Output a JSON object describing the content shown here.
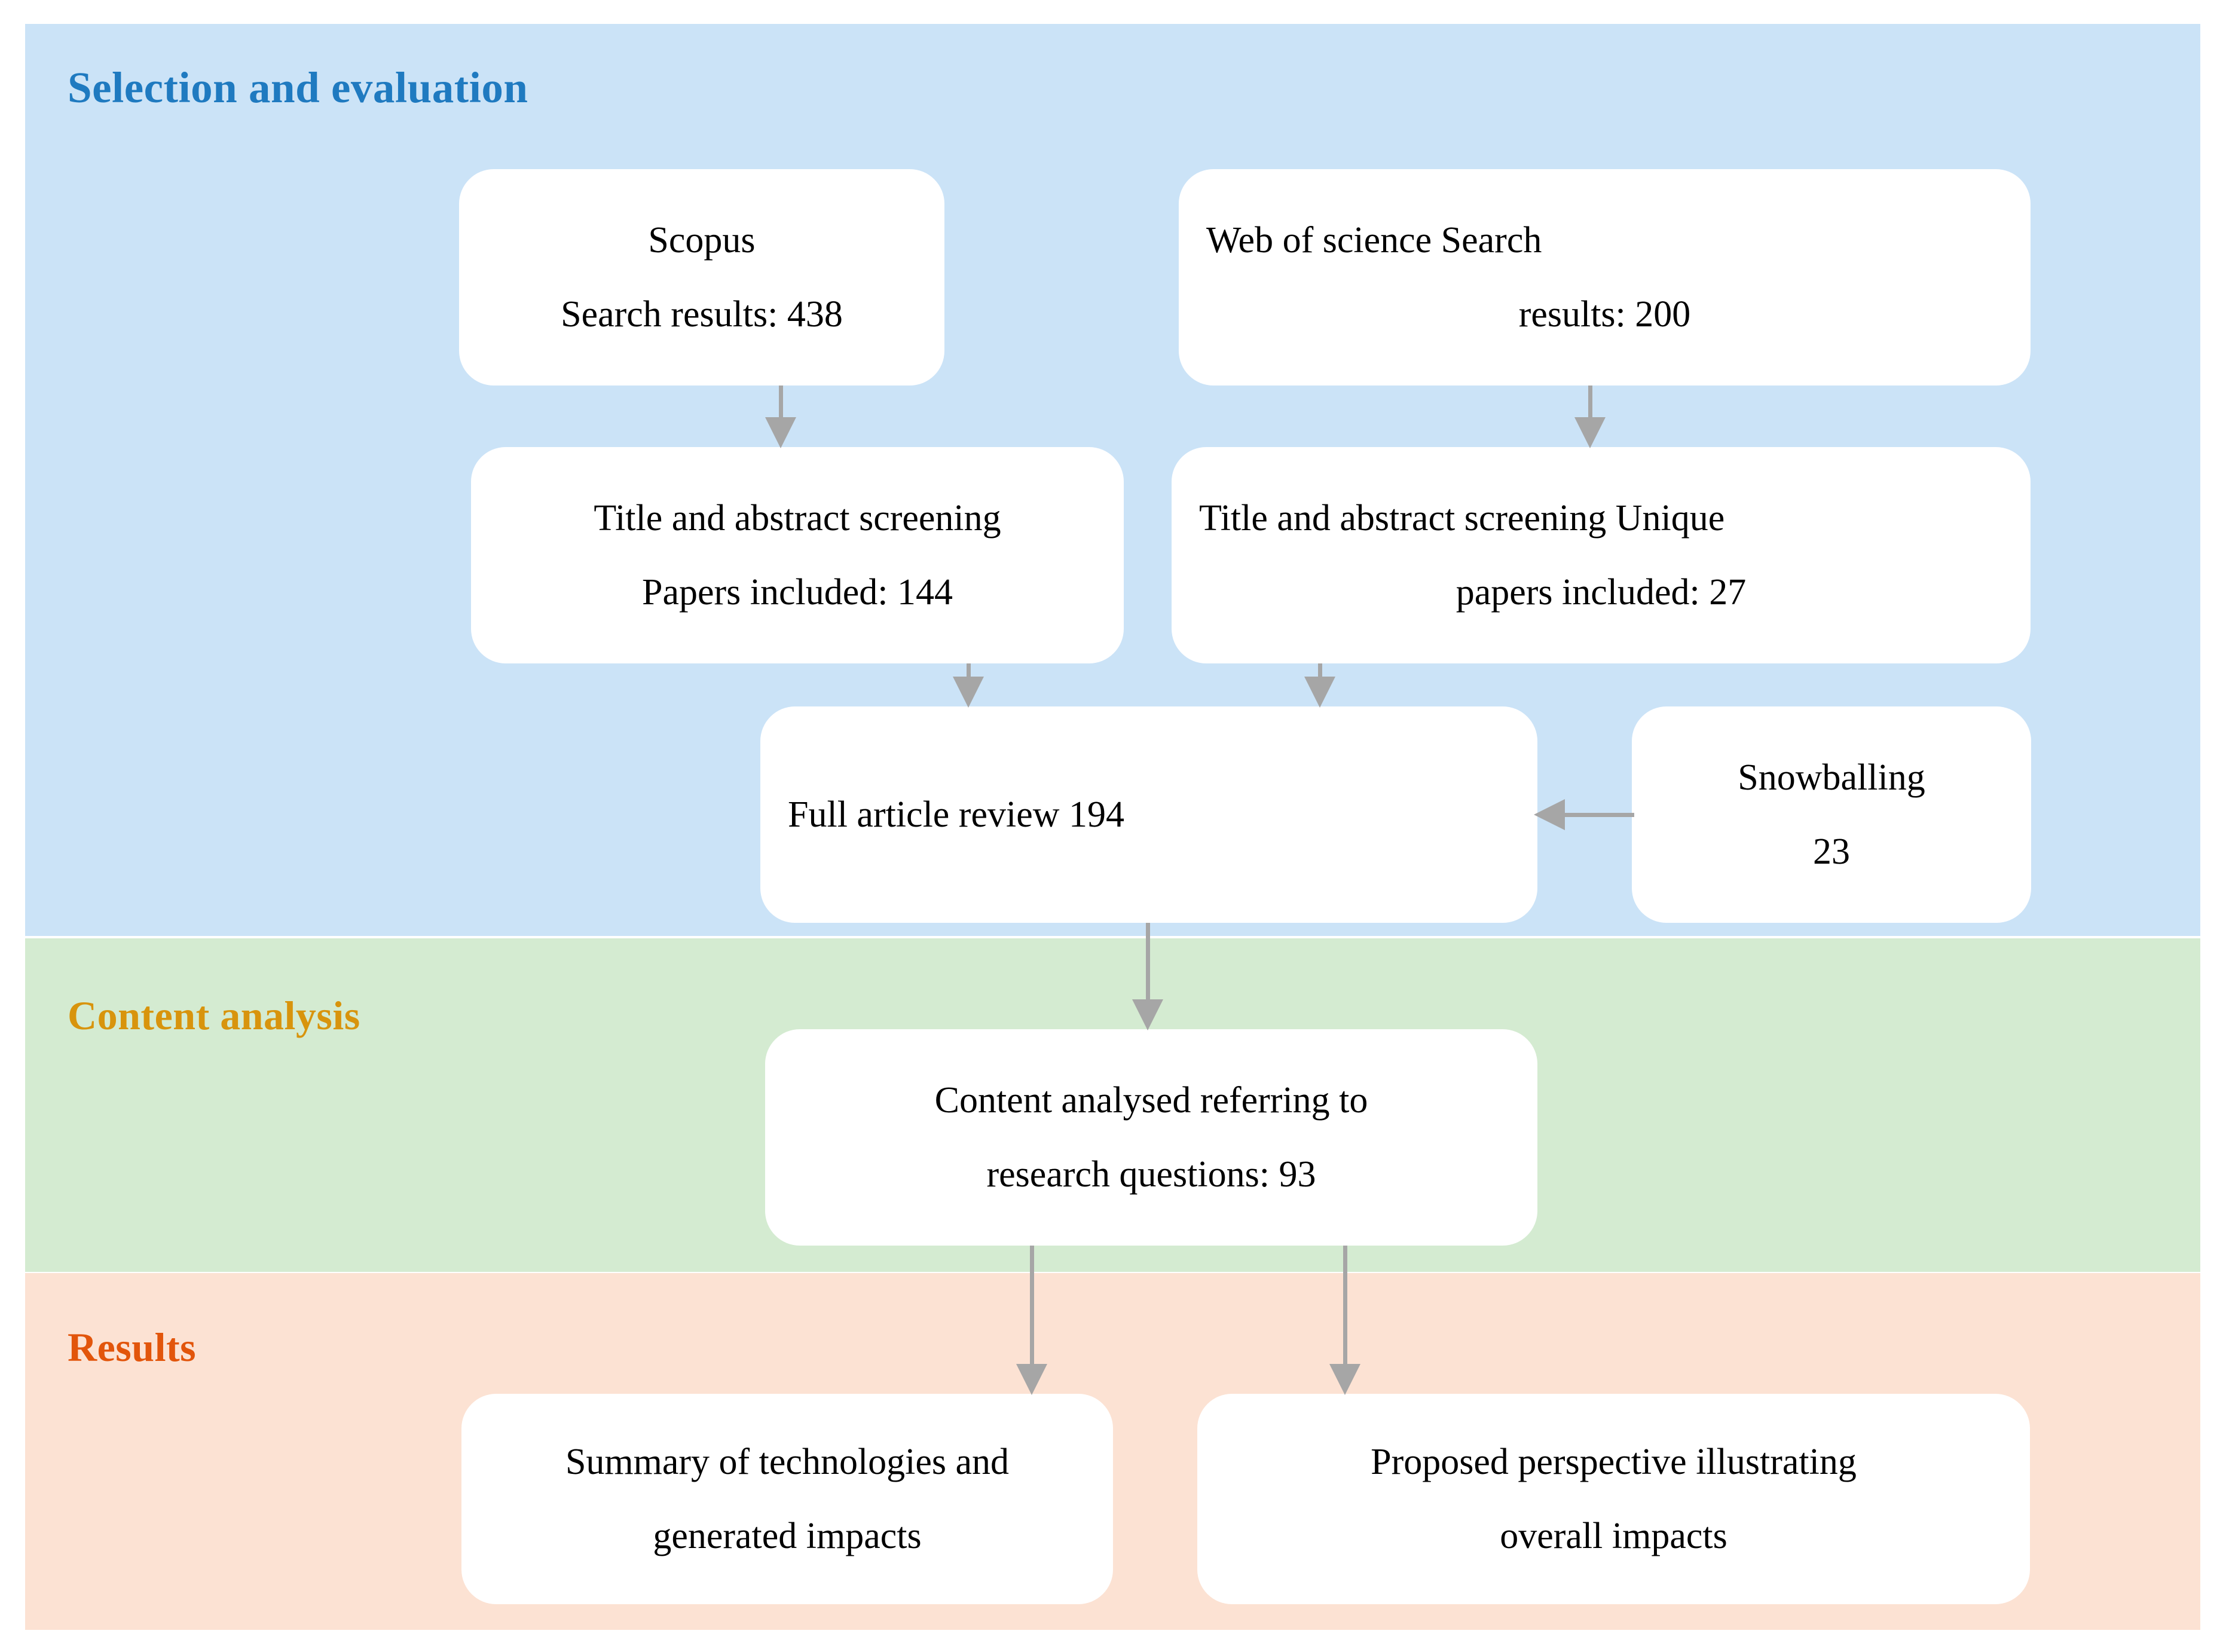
{
  "figure": {
    "kind": "prisma-style-literature-review-flowchart",
    "colors": {
      "band_selection_bg": "#CBE3F7",
      "band_content_bg": "#D4EBD1",
      "band_results_bg": "#FCE2D3",
      "title_selection": "#1F7AC0",
      "title_content": "#D8940D",
      "title_results": "#E2550B",
      "node_bg": "#FFFFFF",
      "node_text": "#000000",
      "arrow": "#A6A6A6"
    }
  },
  "bands": {
    "selection": {
      "title": "Selection and evaluation"
    },
    "content": {
      "title": "Content analysis"
    },
    "results": {
      "title": "Results"
    }
  },
  "nodes": {
    "scopus": {
      "line1": "Scopus",
      "line2": "Search results: 438"
    },
    "web_of_science": {
      "line1_left": "Web of science",
      "line1_right": "Search",
      "line2": "results: 200"
    },
    "screening_left": {
      "line1": "Title and abstract screening",
      "line2": "Papers included: 144"
    },
    "screening_right": {
      "line1_left": "Title and abstract screening",
      "line1_right": "Unique",
      "line2": "papers included: 27"
    },
    "full_article_review": {
      "line1_left": "Full article review",
      "line1_right": "194"
    },
    "snowballing": {
      "line1": "Snowballing",
      "line2": "23"
    },
    "content_analysed": {
      "line1": "Content analysed referring to",
      "line2": "research questions: 93"
    },
    "summary": {
      "line1": "Summary of technologies and",
      "line2": "generated impacts"
    },
    "perspective": {
      "line1": "Proposed perspective illustrating",
      "line2": "overall impacts"
    }
  },
  "counts": {
    "scopus_search_results": 438,
    "wos_search_results": 200,
    "scopus_papers_included": 144,
    "wos_unique_papers_included": 27,
    "full_article_review": 194,
    "snowballing": 23,
    "content_analysed": 93
  }
}
